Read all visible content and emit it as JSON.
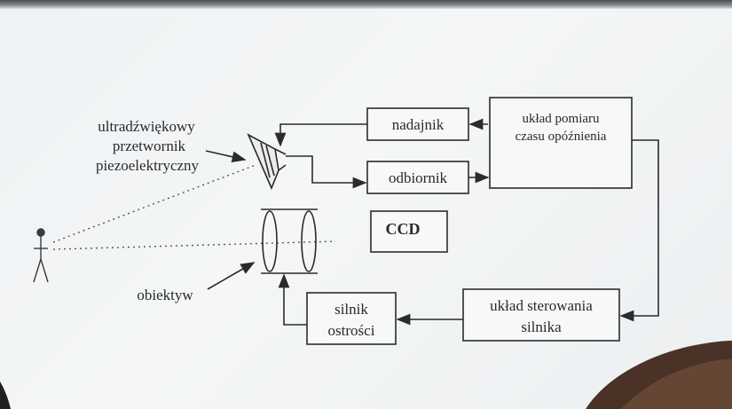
{
  "labels": {
    "transducer": [
      "ultradźwiękowy",
      "przetwornik",
      "piezoelektryczny"
    ],
    "lens": "obiektyw"
  },
  "blocks": {
    "transmitter": "nadajnik",
    "receiver": "odbiornik",
    "measurement": [
      "układ pomiaru",
      "czasu opóźnienia"
    ],
    "ccd": "CCD",
    "control": [
      "układ sterowania",
      "silnika"
    ],
    "motor": [
      "silnik",
      "ostrości"
    ]
  },
  "colors": {
    "ink": "#2b2b2b",
    "paper": "#f4f6f7",
    "hair": "#4a3226"
  }
}
